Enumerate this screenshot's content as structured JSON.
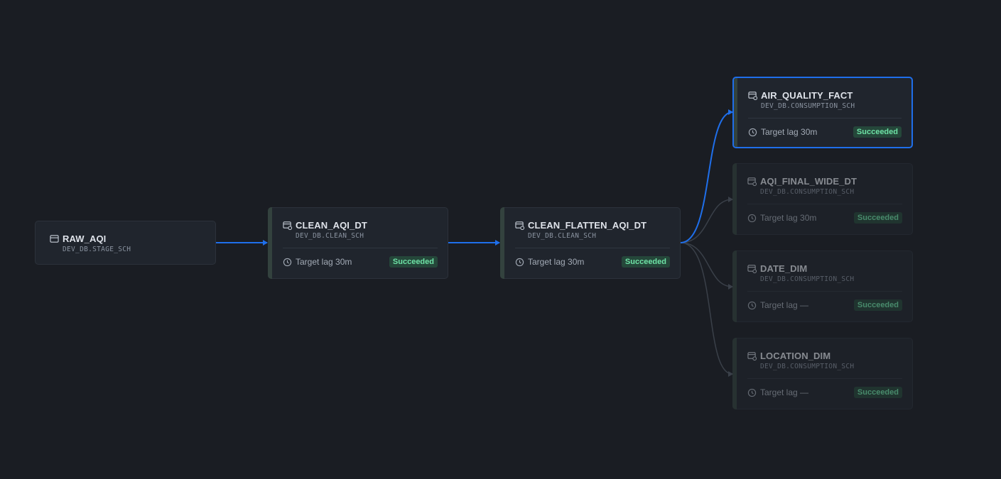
{
  "colors": {
    "background": "#1a1d23",
    "node_bg": "#20252d",
    "active_edge": "#1f6feb",
    "inactive_edge": "#3a4049",
    "success_badge_bg": "#25473a",
    "success_badge_text": "#6ee3a6"
  },
  "nodes": {
    "raw_aqi": {
      "name": "RAW_AQI",
      "schema": "DEV_DB.STAGE_SCH",
      "icon": "table-icon"
    },
    "clean_aqi_dt": {
      "name": "CLEAN_AQI_DT",
      "schema": "DEV_DB.CLEAN_SCH",
      "lag": "Target lag 30m",
      "status": "Succeeded",
      "icon": "dynamic-table-icon"
    },
    "clean_flatten_aqi_dt": {
      "name": "CLEAN_FLATTEN_AQI_DT",
      "schema": "DEV_DB.CLEAN_SCH",
      "lag": "Target lag 30m",
      "status": "Succeeded",
      "icon": "dynamic-table-icon"
    },
    "air_quality_fact": {
      "name": "AIR_QUALITY_FACT",
      "schema": "DEV_DB.CONSUMPTION_SCH",
      "lag": "Target lag 30m",
      "status": "Succeeded",
      "icon": "dynamic-table-icon",
      "selected": true
    },
    "aqi_final_wide_dt": {
      "name": "AQI_FINAL_WIDE_DT",
      "schema": "DEV_DB.CONSUMPTION_SCH",
      "lag": "Target lag 30m",
      "status": "Succeeded",
      "icon": "dynamic-table-icon"
    },
    "date_dim": {
      "name": "DATE_DIM",
      "schema": "DEV_DB.CONSUMPTION_SCH",
      "lag": "Target lag —",
      "status": "Succeeded",
      "icon": "dynamic-table-icon"
    },
    "location_dim": {
      "name": "LOCATION_DIM",
      "schema": "DEV_DB.CONSUMPTION_SCH",
      "lag": "Target lag —",
      "status": "Succeeded",
      "icon": "dynamic-table-icon"
    }
  }
}
